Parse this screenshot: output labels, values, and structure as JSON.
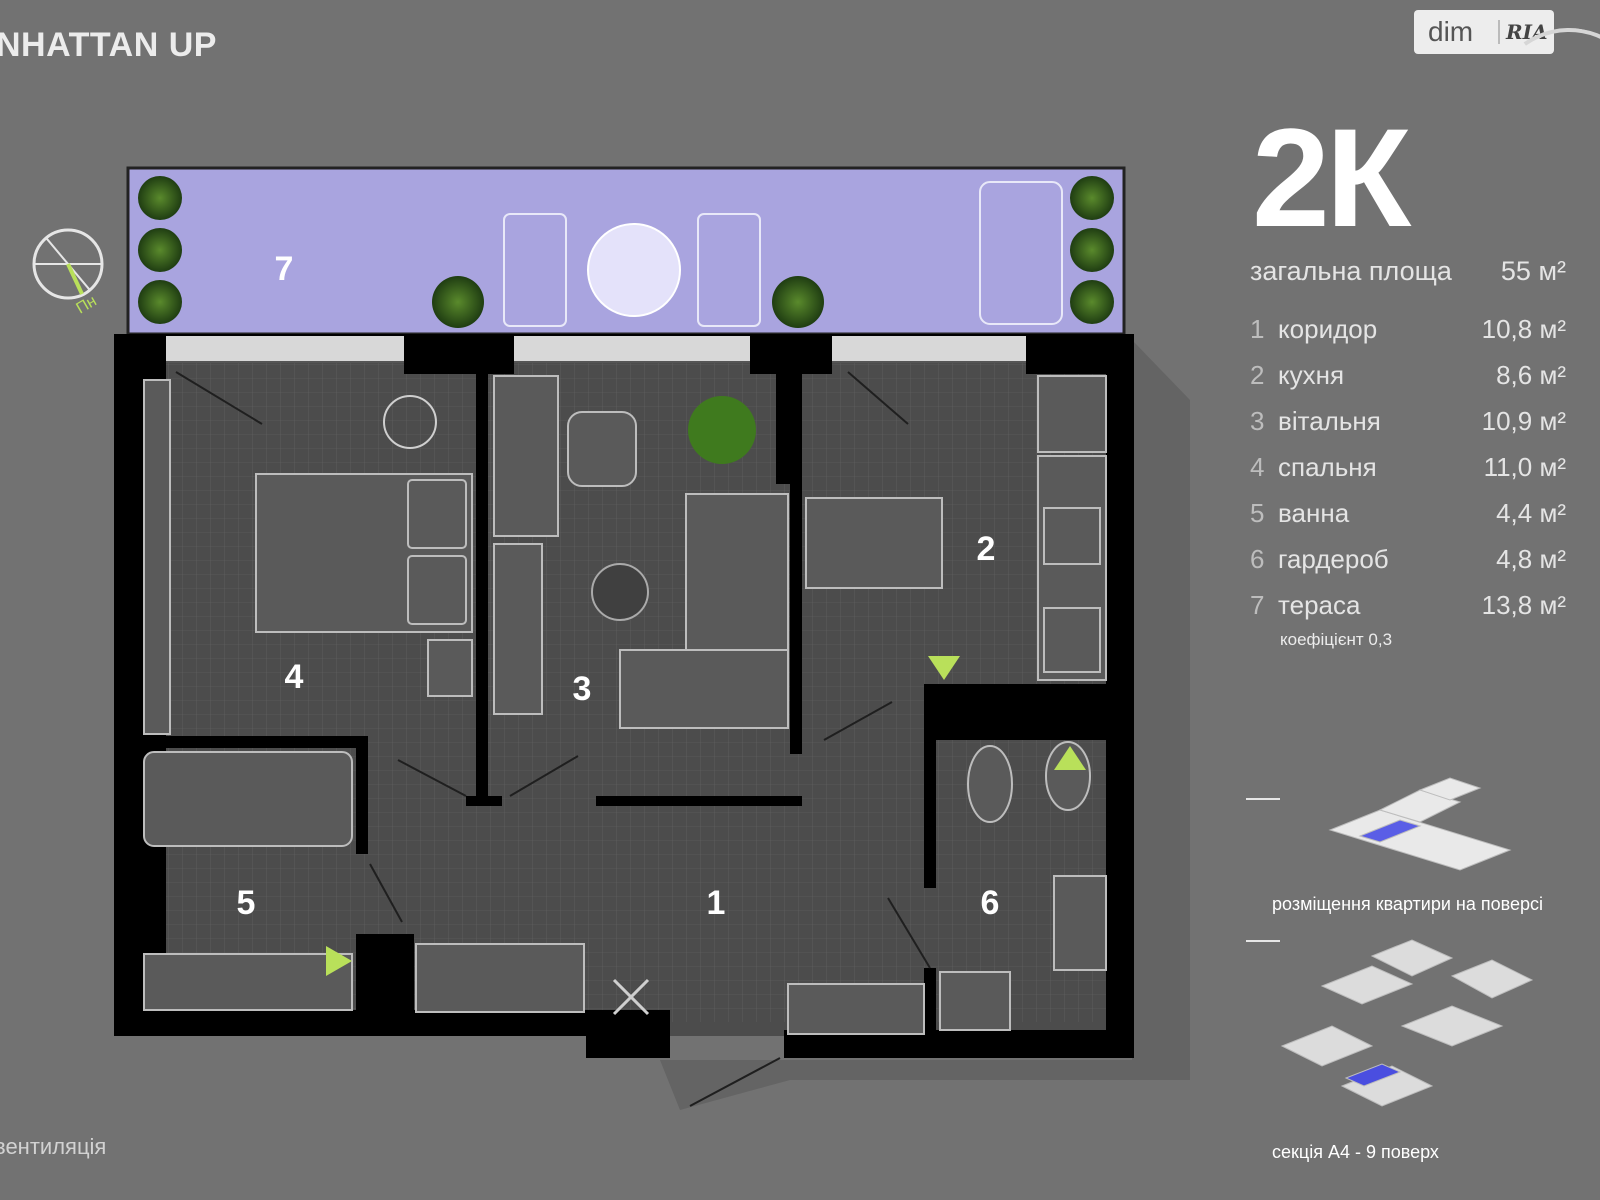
{
  "header": {
    "brand": "NHATTAN UP"
  },
  "watermark": {
    "text": "dim",
    "logo": "RIA"
  },
  "apartment": {
    "type": "2К",
    "total": {
      "label": "загальна площа",
      "value": "55 м²"
    },
    "rooms": [
      {
        "num": "1",
        "name": "коридор",
        "area": "10,8 м²"
      },
      {
        "num": "2",
        "name": "кухня",
        "area": "8,6 м²"
      },
      {
        "num": "3",
        "name": "вітальня",
        "area": "10,9 м²"
      },
      {
        "num": "4",
        "name": "спальня",
        "area": "11,0 м²"
      },
      {
        "num": "5",
        "name": "ванна",
        "area": "4,4 м²"
      },
      {
        "num": "6",
        "name": "гардероб",
        "area": "4,8 м²"
      },
      {
        "num": "7",
        "name": "тераса",
        "area": "13,8 м²"
      }
    ],
    "coefficient": "коефіцієнт 0,3"
  },
  "compass": {
    "label": "Пн"
  },
  "plan": {
    "room_numbers": [
      "1",
      "2",
      "3",
      "4",
      "5",
      "6",
      "7"
    ]
  },
  "location": {
    "floor_caption": "розміщення квартири на поверсі",
    "section_caption": "секція А4 - 9 поверх"
  },
  "footer": {
    "ventilation": "вентиляція"
  },
  "colors": {
    "background": "#727272",
    "terrace": "#a9a4df",
    "wall": "#000000",
    "accent": "#b9e05a",
    "highlight": "#4a4ee0"
  }
}
